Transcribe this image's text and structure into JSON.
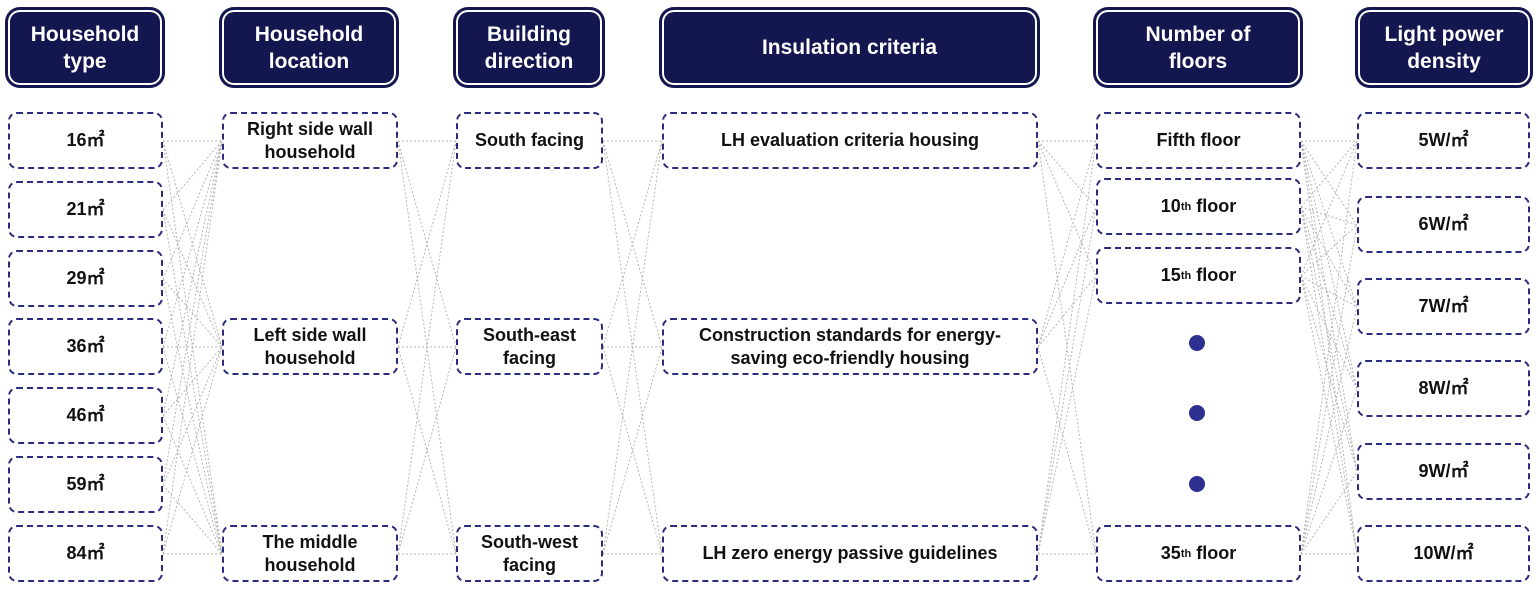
{
  "headers": [
    {
      "key": "household-type",
      "label": "Household\ntype"
    },
    {
      "key": "household-location",
      "label": "Household\nlocation"
    },
    {
      "key": "building-direction",
      "label": "Building\ndirection"
    },
    {
      "key": "insulation-criteria",
      "label": "Insulation criteria"
    },
    {
      "key": "number-of-floors",
      "label": "Number of\nfloors"
    },
    {
      "key": "light-power-density",
      "label": "Light power\ndensity"
    }
  ],
  "household_type": [
    "16㎡",
    "21㎡",
    "29㎡",
    "36㎡",
    "46㎡",
    "59㎡",
    "84㎡"
  ],
  "household_location": [
    "Right side wall\nhousehold",
    "Left side wall\nhousehold",
    "The middle\nhousehold"
  ],
  "building_direction": [
    "South facing",
    "South-east\nfacing",
    "South-west\nfacing"
  ],
  "insulation_criteria": [
    "LH evaluation criteria housing",
    "Construction standards for energy-\nsaving eco-friendly housing",
    "LH zero energy passive guidelines"
  ],
  "number_of_floors": [
    {
      "text": "Fifth floor"
    },
    {
      "num": "10",
      "sup": "th",
      "rest": " floor"
    },
    {
      "num": "15",
      "sup": "th",
      "rest": " floor"
    },
    {
      "num": "35",
      "sup": "th",
      "rest": " floor"
    }
  ],
  "light_power_density": [
    "5W/㎡",
    "6W/㎡",
    "7W/㎡",
    "8W/㎡",
    "9W/㎡",
    "10W/㎡"
  ],
  "colors": {
    "header_bg": "#14164f",
    "node_border": "#2a2c7e",
    "dot": "#2e3091",
    "connector": "#b5b5b5"
  }
}
